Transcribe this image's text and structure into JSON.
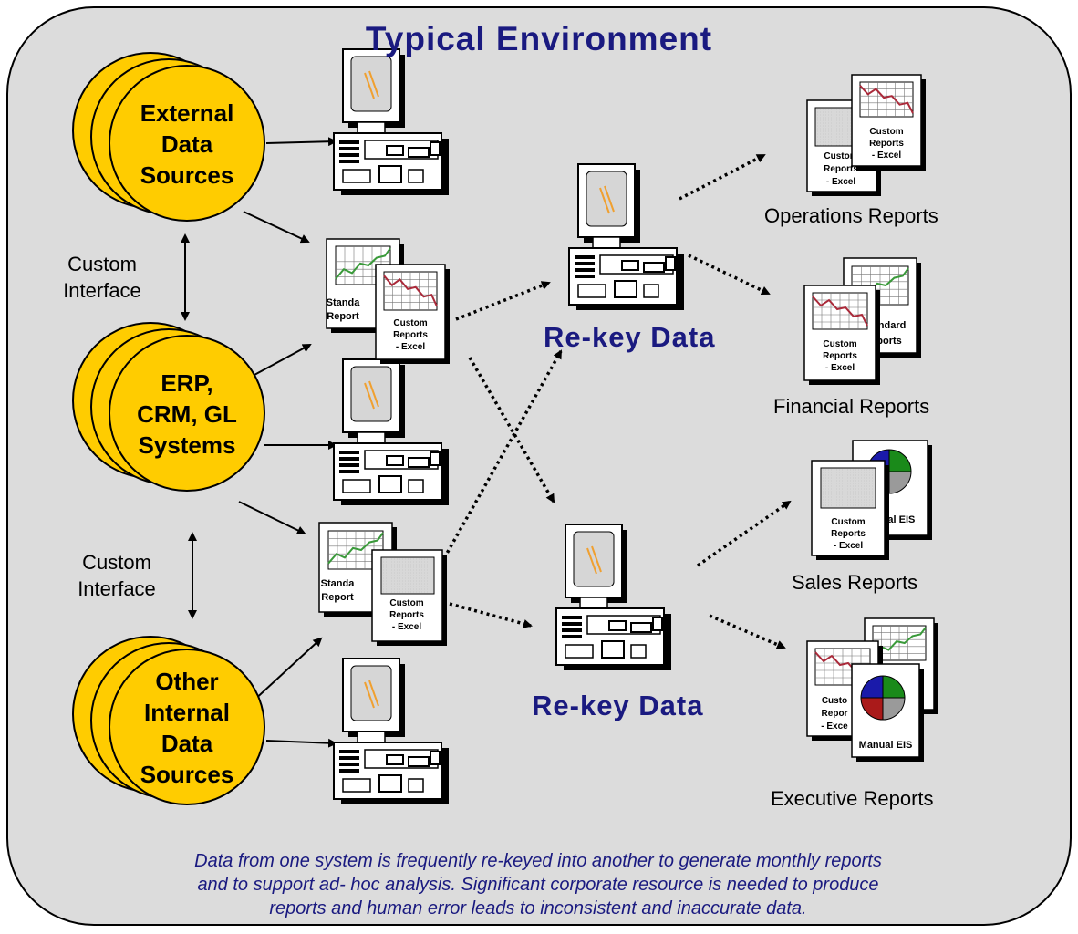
{
  "title": "Typical Environment",
  "sources": [
    {
      "lines": [
        "External",
        "Data",
        "Sources"
      ]
    },
    {
      "lines": [
        "ERP,",
        "CRM, GL",
        "Systems"
      ]
    },
    {
      "lines": [
        "Other",
        "Internal",
        "Data",
        "Sources"
      ]
    }
  ],
  "custom_interface": [
    "Custom",
    "Interface"
  ],
  "rekey_label": "Re-key Data",
  "doc_labels": {
    "standard_reports": "Standard Reports",
    "custom_reports": [
      "Custom",
      "Reports",
      "- Excel"
    ],
    "manual_eis": "Manual EIS",
    "standard_partial_a": "Standa",
    "standard_partial_b": "Report",
    "standard_right_a": "Standard",
    "standard_right_b": "Reports",
    "eis_partial": "ual EIS",
    "excel_partial": "- Exce",
    "rd_partial": "rd",
    "s_partial": "s"
  },
  "report_groups": [
    "Operations Reports",
    "Financial Reports",
    "Sales Reports",
    "Executive Reports"
  ],
  "caption": [
    "Data from one system is frequently re-keyed into another to generate monthly reports",
    "and to support ad- hoc analysis. Significant corporate resource is needed to produce",
    "reports and human error leads to inconsistent and inaccurate data."
  ],
  "colors": {
    "background": "#dcdcdc",
    "circle_fill": "#ffcc00",
    "title": "#1a1a80",
    "caption": "#1a1a80",
    "chart_red": "#aa2a3a",
    "chart_green": "#3a9a3a",
    "screen_accent": "#f0a030"
  }
}
